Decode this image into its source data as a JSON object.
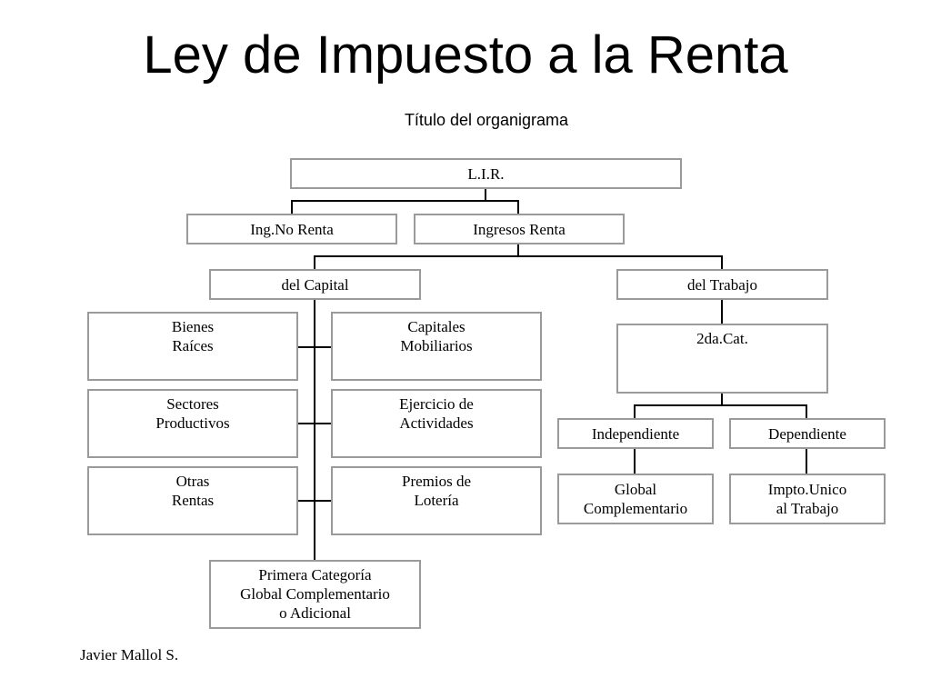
{
  "slide": {
    "title": "Ley de Impuesto a la Renta",
    "chart_title": "Título del organigrama",
    "footer": "Javier Mallol S."
  },
  "org": {
    "lir": "L.I.R.",
    "ing_no_renta": "Ing.No Renta",
    "ingresos_renta": "Ingresos Renta",
    "del_capital": "del Capital",
    "del_trabajo": "del Trabajo",
    "bienes_raices": "Bienes\nRaíces",
    "capitales_mobiliarios": "Capitales\nMobiliarios",
    "sectores_productivos": "Sectores\nProductivos",
    "ejercicio_actividades": "Ejercicio de\nActividades",
    "otras_rentas": "Otras\nRentas",
    "premios_loteria": "Premios de\nLotería",
    "primera_categoria": "Primera Categoría\nGlobal Complementario\no Adicional",
    "segunda_cat": "2da.Cat.",
    "independiente": "Independiente",
    "dependiente": "Dependiente",
    "global_complementario": "Global\nComplementario",
    "impto_unico": "Impto.Unico\nal Trabajo"
  }
}
